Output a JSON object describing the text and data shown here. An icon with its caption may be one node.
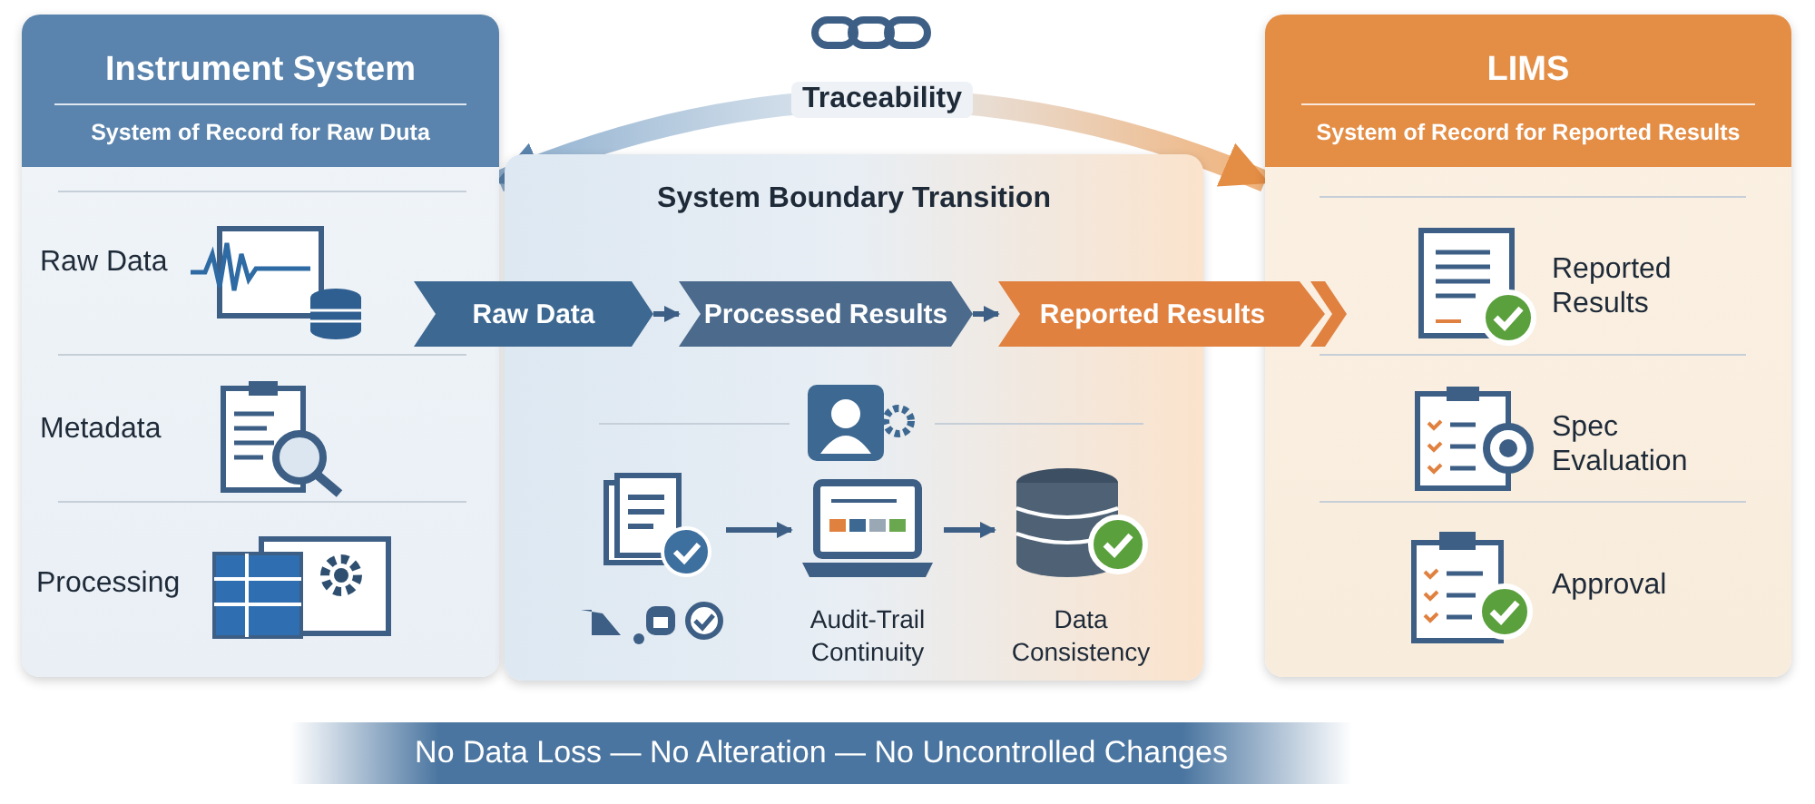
{
  "diagram": {
    "nodes": [
      {
        "text": [
          "Instrument System",
          "System of Record for Raw Duta"
        ]
      },
      {
        "text": [
          "Raw Data"
        ],
        "in": 0
      },
      {
        "text": [
          "Metadata"
        ],
        "in": 0
      },
      {
        "text": [
          "Processing"
        ],
        "in": 0
      },
      {
        "text": [
          "System Boundary Transition"
        ]
      },
      {
        "text": [
          "Raw Data"
        ]
      },
      {
        "text": [
          "Processed Results"
        ],
        "in": 4
      },
      {
        "text": [
          "Reported Results"
        ]
      },
      {
        "text": [],
        "shape": "picture",
        "in": 4
      },
      {
        "text": [
          "Audit-Trail Continuity"
        ],
        "in": 4
      },
      {
        "text": [
          "Data Consistency"
        ],
        "in": 4
      },
      {
        "text": [
          "LIMS",
          "System of Record for Reported Results"
        ]
      },
      {
        "text": [
          "Reported Results"
        ],
        "in": 11
      },
      {
        "text": [
          "Spec Evaluation"
        ],
        "in": 11
      },
      {
        "text": [
          "Approval"
        ],
        "in": 11
      }
    ],
    "edges": [
      {
        "from": 0,
        "to": 11,
        "arrow": "both",
        "label": "Traceability",
        "style": "thick"
      },
      {
        "from": 5,
        "to": 6,
        "arrow": "to"
      },
      {
        "from": 6,
        "to": 7,
        "arrow": "to"
      },
      {
        "from": 8,
        "to": 9,
        "arrow": "to"
      },
      {
        "from": 9,
        "to": 10,
        "arrow": "to"
      }
    ],
    "labels": [
      "No Data Loss — No Alteration — No Uncontrolled Changes"
    ]
  }
}
